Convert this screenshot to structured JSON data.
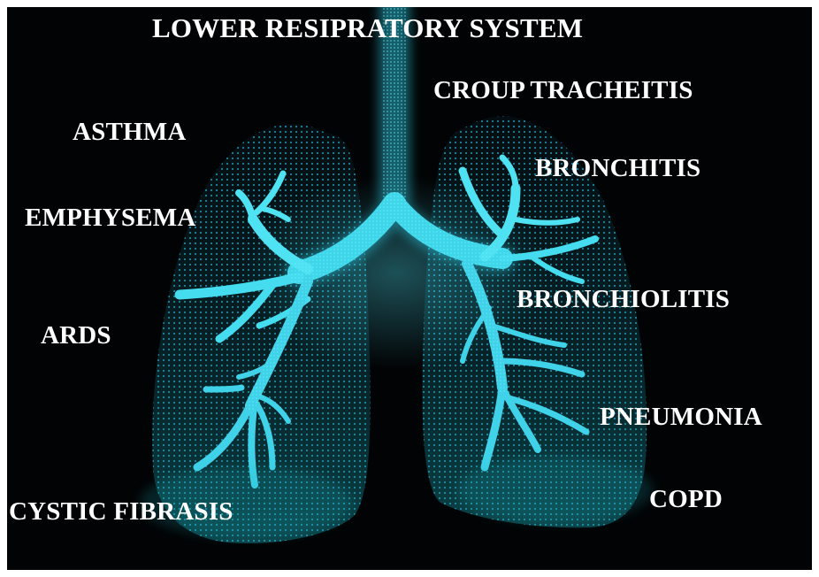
{
  "title": "LOWER RESIPRATORY SYSTEM",
  "labels": {
    "croup_tracheitis": "CROUP TRACHEITIS",
    "asthma": "ASTHMA",
    "bronchitis": "BRONCHITIS",
    "emphysema": "EMPHYSEMA",
    "bronchiolitis": "BRONCHIOLITIS",
    "ards": "ARDS",
    "pneumonia": "PNEUMONIA",
    "copd": "COPD",
    "cystic_fibrasis": "CYSTIC FIBRASIS"
  },
  "colors": {
    "background": "#020304",
    "airway": "#36c8e6",
    "airway_glow": "#6ef2ff",
    "lung_dots": "#1f8fa8",
    "text": "#ffffff"
  }
}
